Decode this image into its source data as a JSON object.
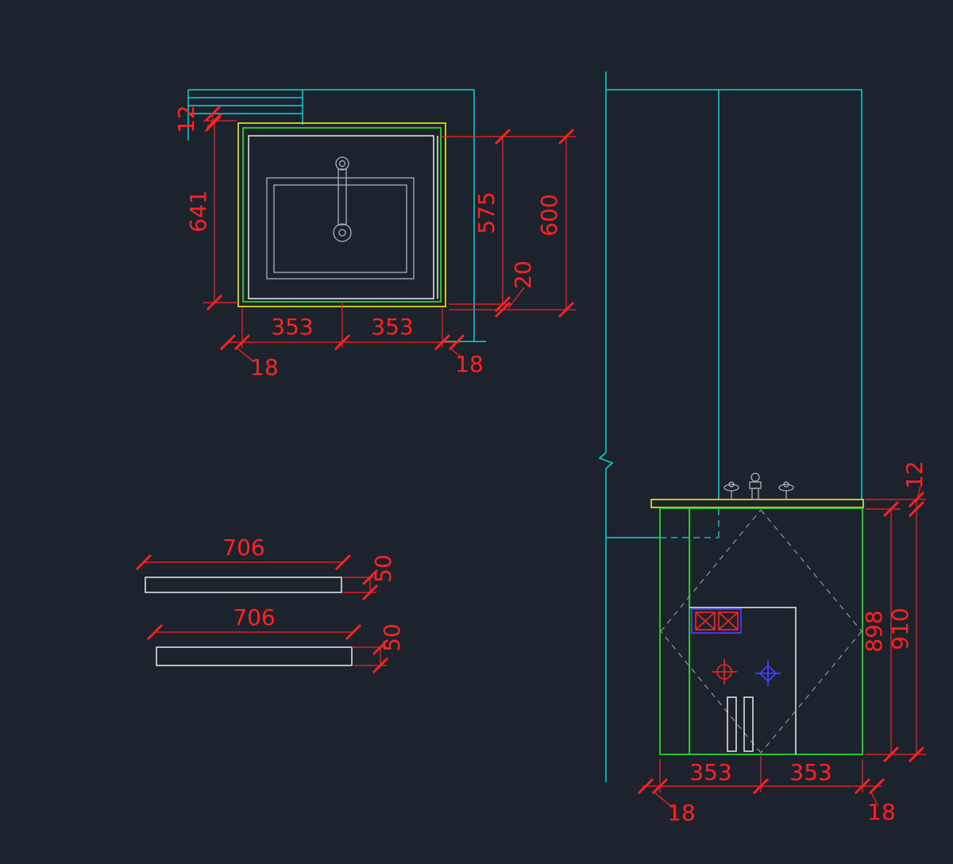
{
  "colors": {
    "background": "#1c232d",
    "dimension_red": "#ff2222",
    "line_cyan": "#00d9d9",
    "line_green": "#2adf2a",
    "line_yellow": "#dfe02a",
    "line_white": "#e9eaea",
    "line_gray": "#a9b0b6",
    "line_blue": "#4040ff"
  },
  "plan_view": {
    "dim_12": "12",
    "dim_641": "641",
    "dim_575": "575",
    "dim_20": "20",
    "dim_600": "600",
    "dim_353_left": "353",
    "dim_353_right": "353",
    "dim_18_left": "18",
    "dim_18_right": "18"
  },
  "boards": {
    "top": {
      "length": "706",
      "thickness": "50"
    },
    "bottom": {
      "length": "706",
      "thickness": "50"
    }
  },
  "elevation": {
    "dim_12": "12",
    "dim_898": "898",
    "dim_910": "910",
    "dim_353_left": "353",
    "dim_353_right": "353",
    "dim_18_left": "18",
    "dim_18_right": "18"
  }
}
